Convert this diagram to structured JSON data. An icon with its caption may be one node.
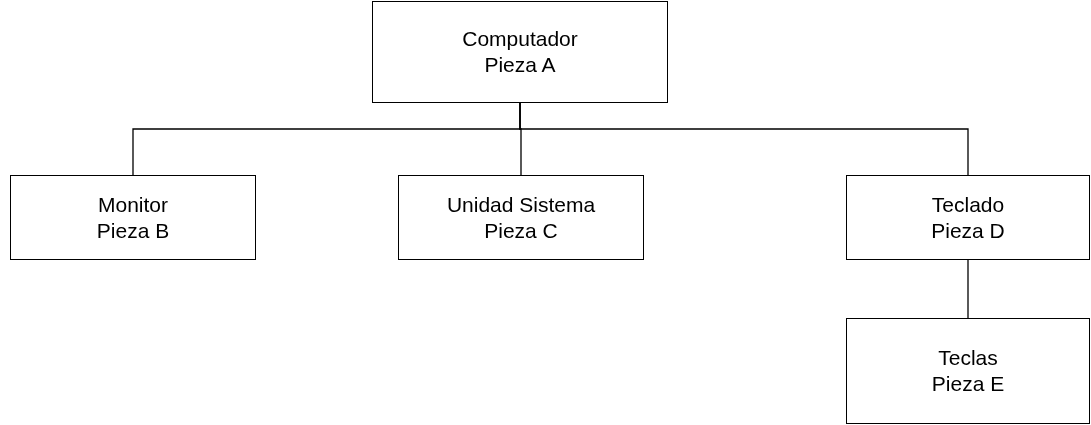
{
  "diagram": {
    "nodes": [
      {
        "text": [
          "Computador",
          "Pieza A"
        ]
      },
      {
        "text": [
          "Monitor",
          "Pieza B"
        ]
      },
      {
        "text": [
          "Unidad Sistema",
          "Pieza C"
        ]
      },
      {
        "text": [
          "Teclado",
          "Pieza D"
        ]
      },
      {
        "text": [
          "Teclas",
          "Pieza E"
        ]
      }
    ],
    "edges": [
      {
        "from": 0,
        "to": 1,
        "arrow": "none"
      },
      {
        "from": 0,
        "to": 2,
        "arrow": "none"
      },
      {
        "from": 0,
        "to": 3,
        "arrow": "none"
      },
      {
        "from": 3,
        "to": 4,
        "arrow": "none"
      }
    ]
  }
}
